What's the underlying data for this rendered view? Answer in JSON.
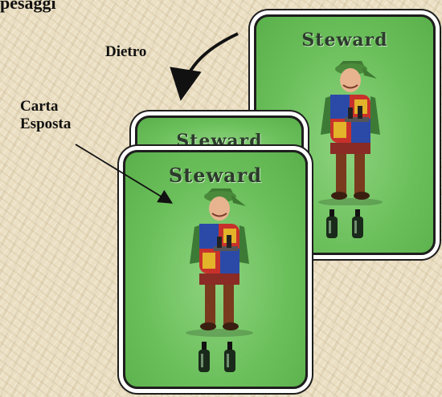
{
  "header": {
    "partial_text": "pesaggi"
  },
  "labels": {
    "dietro": "Dietro",
    "carta_line1": "Carta",
    "carta_line2": "Esposta"
  },
  "cards": {
    "back": {
      "title": "Steward"
    },
    "middle": {
      "title": "Steward"
    },
    "front": {
      "title": "Steward"
    }
  },
  "colors": {
    "card_green": "#6cc05c",
    "card_border": "#1e1e1e",
    "background": "#ece0c4"
  }
}
